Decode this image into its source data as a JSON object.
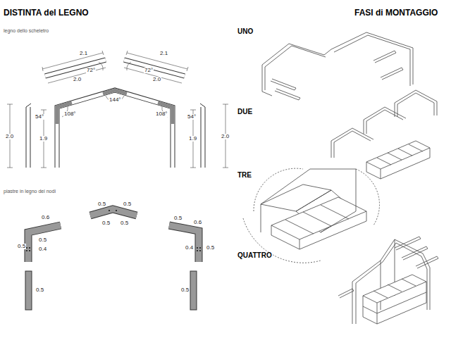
{
  "diagram": {
    "labels": [
      "DISTINTA del LEGNO",
      "FASI di MONTAGGIO",
      "legno dello scheletro",
      "2.1",
      "2.1",
      "72°",
      "72°",
      "2.0",
      "2.0",
      "144°",
      "108°",
      "108°",
      "54°",
      "54°",
      "2.0",
      "1.9",
      "1.9",
      "2.0",
      "piastre in legno dei nodi",
      "0.6",
      "0.5",
      "0.5",
      "0.4",
      "0.5",
      "0.5",
      "0.5",
      "0.5",
      "0.5",
      "0.6",
      "0.4",
      "0.5",
      "0.5",
      "0.5",
      "UNO",
      "DUE",
      "TRE",
      "QUATTRO"
    ]
  }
}
